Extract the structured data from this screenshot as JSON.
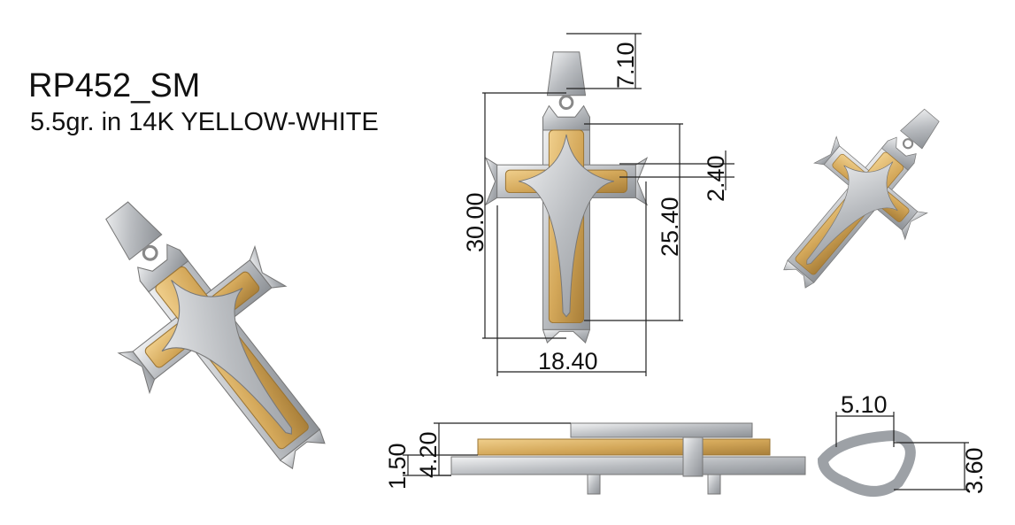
{
  "header": {
    "model": "RP452_SM",
    "spec": "5.5gr. in 14K YELLOW-WHITE"
  },
  "dimensions": {
    "bail_height": "7.10",
    "arm_width": "2.40",
    "total_height": "30.00",
    "cross_height": "25.40",
    "cross_width": "18.40",
    "bail_depth": "5.10",
    "total_thickness": "4.20",
    "layer_thickness": "1.50",
    "bail_thickness": "3.60"
  },
  "colors": {
    "silver": "#c9cccf",
    "gold": "#d4a85a"
  }
}
